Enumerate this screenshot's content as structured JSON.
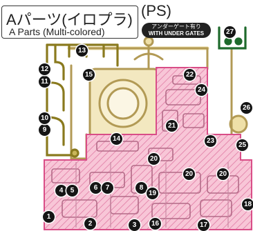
{
  "header": {
    "title_jp": "Aパーツ(イロプラ)",
    "title_en": "A Parts (Multi-colored)",
    "platform": "(PS)",
    "gate_note_jp": "アンダーゲート有り",
    "gate_note_en": "WITH UNDER GATES"
  },
  "parts": [
    {
      "id": "part-1",
      "number": "1"
    },
    {
      "id": "part-2",
      "number": "2"
    },
    {
      "id": "part-3",
      "number": "3"
    },
    {
      "id": "part-4",
      "number": "4"
    },
    {
      "id": "part-5",
      "number": "5"
    },
    {
      "id": "part-6",
      "number": "6"
    },
    {
      "id": "part-7",
      "number": "7"
    },
    {
      "id": "part-8",
      "number": "8"
    },
    {
      "id": "part-9",
      "number": "9"
    },
    {
      "id": "part-10",
      "number": "10"
    },
    {
      "id": "part-11",
      "number": "11"
    },
    {
      "id": "part-12",
      "number": "12"
    },
    {
      "id": "part-13",
      "number": "13"
    },
    {
      "id": "part-14",
      "number": "14"
    },
    {
      "id": "part-15",
      "number": "15"
    },
    {
      "id": "part-16",
      "number": "16"
    },
    {
      "id": "part-17",
      "number": "17"
    },
    {
      "id": "part-18",
      "number": "18"
    },
    {
      "id": "part-19",
      "number": "19"
    },
    {
      "id": "part-20a",
      "number": "20"
    },
    {
      "id": "part-20b",
      "number": "20"
    },
    {
      "id": "part-20c",
      "number": "20"
    },
    {
      "id": "part-21",
      "number": "21"
    },
    {
      "id": "part-22",
      "number": "22"
    },
    {
      "id": "part-23",
      "number": "23"
    },
    {
      "id": "part-24",
      "number": "24"
    },
    {
      "id": "part-25",
      "number": "25"
    },
    {
      "id": "part-26",
      "number": "26"
    },
    {
      "id": "part-27",
      "number": "27"
    }
  ],
  "colors": {
    "runner_clear": "#efe0a8",
    "runner_outline": "#b29a55",
    "pink_region": "#f7c3d4",
    "pink_outline": "#d94d87",
    "olive_runner": "#8a7a1e",
    "green_runner": "#1e6a2c",
    "badge": "#151515"
  }
}
